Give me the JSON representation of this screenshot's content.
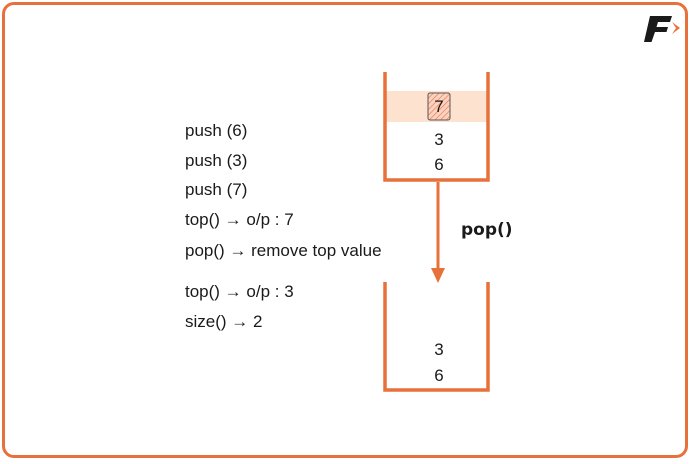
{
  "operations_top": [
    "push (6)",
    "push (3)",
    "push (7)",
    "top() → o/p : 7",
    "pop() → remove top value"
  ],
  "operations_bottom": [
    "top() → o/p : 3",
    "size() → 2"
  ],
  "stack_before": {
    "top_value": "7",
    "values": [
      "3",
      "6"
    ]
  },
  "transition_label": "pop()",
  "stack_after": {
    "values": [
      "3",
      "6"
    ]
  },
  "colors": {
    "accent": "#e8703a",
    "highlight": "#fde3cf"
  },
  "logo_icon": "F-arrow-logo"
}
